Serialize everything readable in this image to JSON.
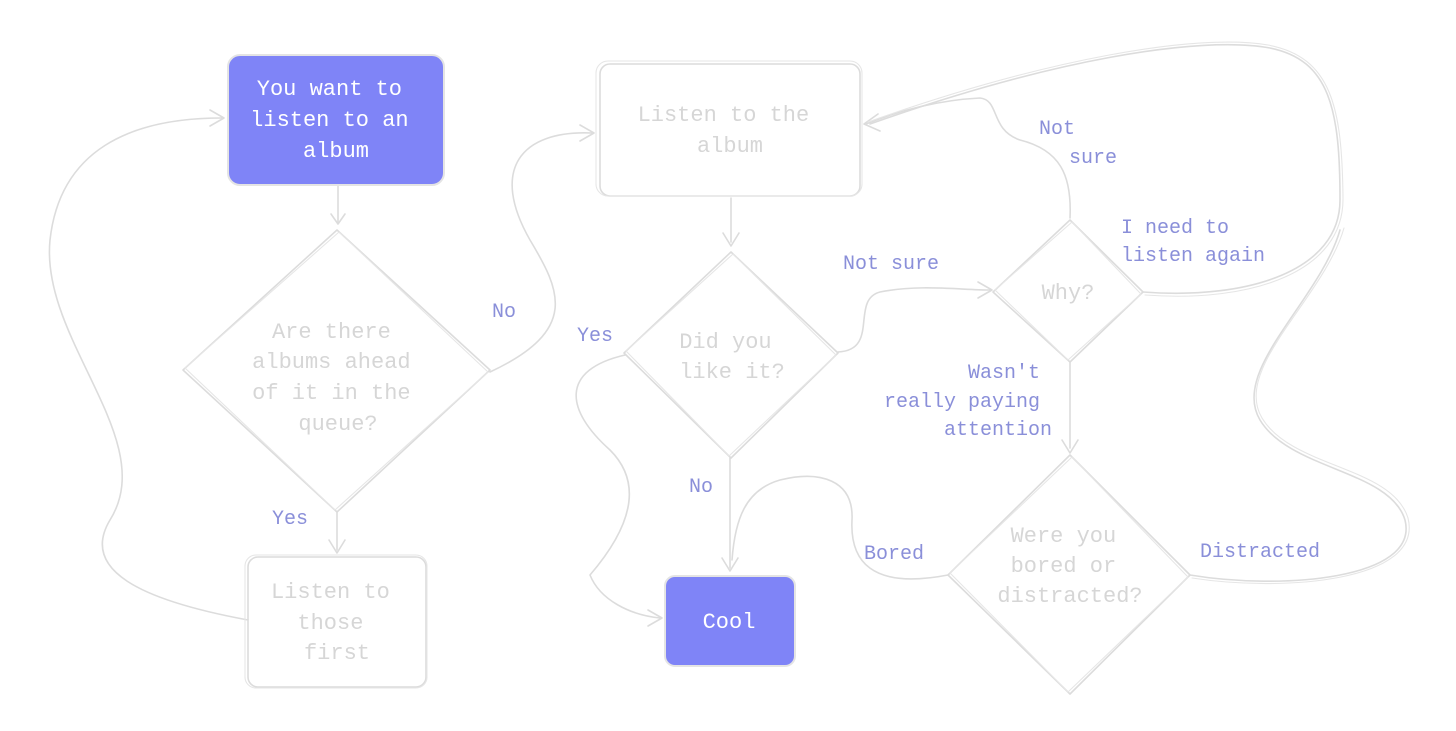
{
  "nodes": {
    "want_album": [
      "You want to",
      "listen to an",
      "album"
    ],
    "ahead_in_queue": [
      "Are there",
      "albums ahead",
      "of it in the",
      "queue?"
    ],
    "listen_first": [
      "Listen to",
      "those",
      "first"
    ],
    "listen_album": [
      "Listen to the",
      "album"
    ],
    "did_you_like": [
      "Did you",
      "like it?"
    ],
    "cool": [
      "Cool"
    ],
    "why": [
      "Why?"
    ],
    "bored_or_distracted": [
      "Were you",
      "bored or",
      "distracted?"
    ]
  },
  "edges": {
    "queue_no": "No",
    "queue_yes": "Yes",
    "like_yes": "Yes",
    "like_no": "No",
    "like_not_sure": "Not sure",
    "why_not_sure": [
      "Not",
      "sure"
    ],
    "why_listen_again": [
      "I need to",
      "listen again"
    ],
    "why_not_paying": [
      "Wasn't",
      "really paying",
      "attention"
    ],
    "bored": "Bored",
    "distracted": "Distracted"
  },
  "colors": {
    "accent_fill": "#7f84f7",
    "edge_label": "#8a8fd9",
    "sketch_line": "#dcdcdc",
    "node_text": "#d6d6d6"
  }
}
